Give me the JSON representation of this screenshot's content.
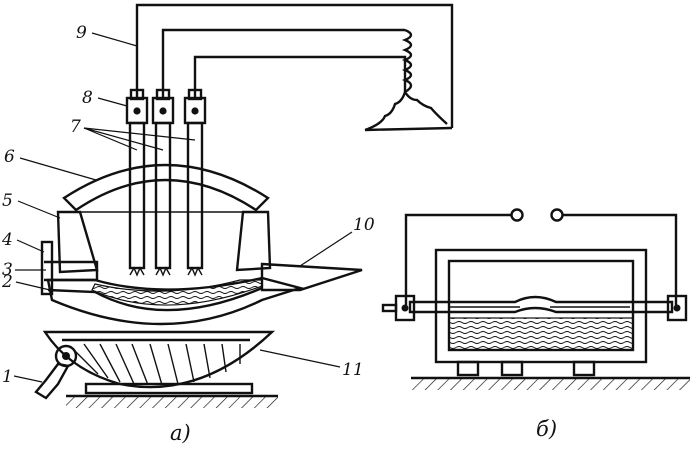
{
  "labels": {
    "l1": "1",
    "l2": "2",
    "l3": "3",
    "l4": "4",
    "l5": "5",
    "l6": "6",
    "l7": "7",
    "l8": "8",
    "l9": "9",
    "l10": "10",
    "l11": "11"
  },
  "captions": {
    "a": "a)",
    "b": "б)"
  },
  "colors": {
    "ink": "#111111",
    "background": "#ffffff"
  }
}
